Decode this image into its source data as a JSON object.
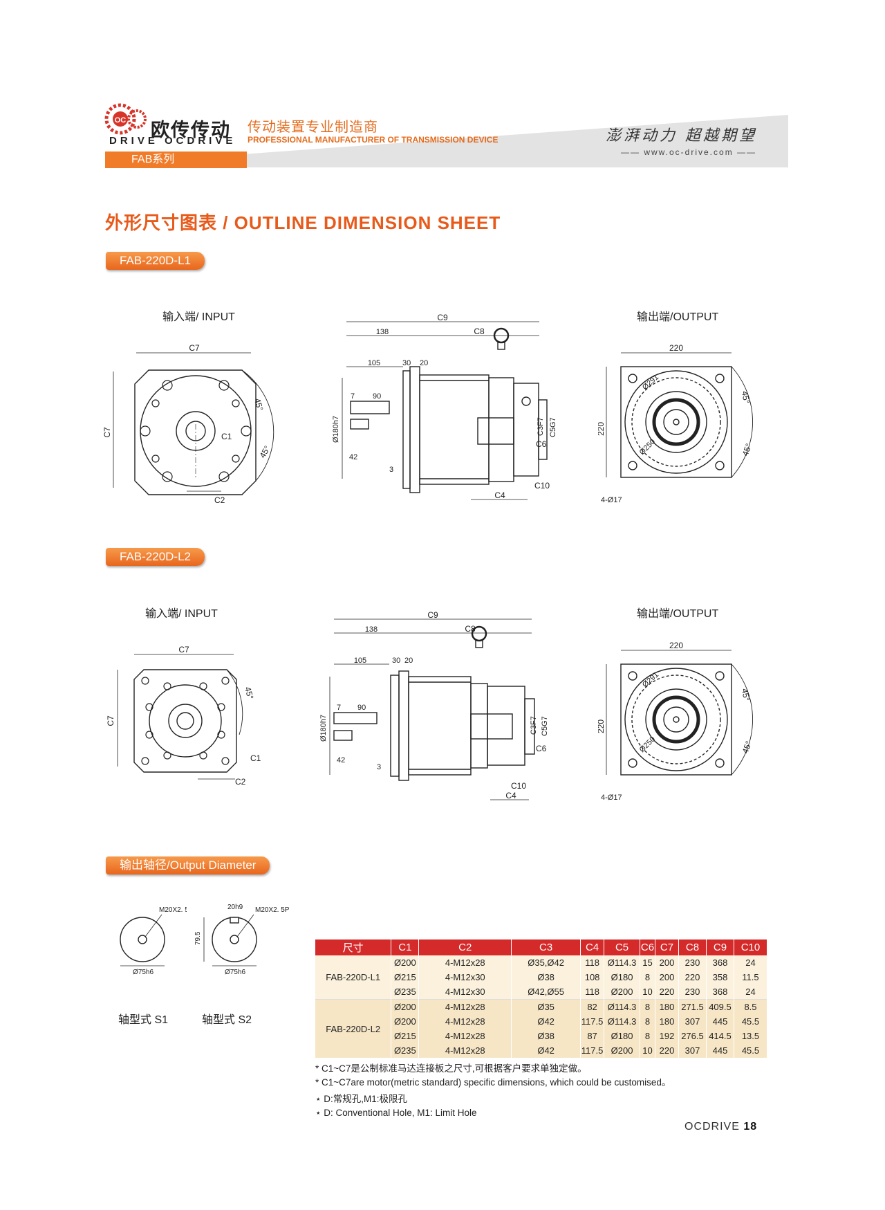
{
  "header": {
    "logo_mark": "OC",
    "brand_cn": "欧传传动",
    "brand_en": "DRIVE OCDRIVE",
    "tagline_cn": "传动装置专业制造商",
    "tagline_en": "PROFESSIONAL MANUFACTURER OF TRANSMISSION DEVICE",
    "slogan": "澎湃动力 超越期望",
    "website": "—— www.oc-drive.com ——",
    "series": "FAB系列"
  },
  "title": "外形尺寸图表 / OUTLINE DIMENSION SHEET",
  "sections": {
    "l1": "FAB-220D-L1",
    "l2": "FAB-220D-L2",
    "output": "输出轴径/Output Diameter"
  },
  "drawing_labels": {
    "input": "输入端/ INPUT",
    "output": "输出端/OUTPUT",
    "C1": "C1",
    "C2": "C2",
    "C3": "C3F7",
    "C4": "C4",
    "C5": "C5G7",
    "C6": "C6",
    "C7": "C7",
    "C8": "C8",
    "C9": "C9",
    "C10": "C10",
    "deg45": "45°",
    "d138": "138",
    "d105": "105",
    "d30": "30",
    "d20": "20",
    "d7": "7",
    "d90": "90",
    "d42": "42",
    "d3": "3",
    "d180": "Ø180h7",
    "d220": "220",
    "d_phi250": "Ø250",
    "d_phi291": "Ø291",
    "d4phi17": "4-Ø17",
    "shaft_thread": "M20X2. 5P",
    "shaft_width": "20h9",
    "shaft_len": "79.5",
    "shaft_dia": "Ø75h6",
    "shaft_s1": "轴型式 S1",
    "shaft_s2": "轴型式 S2"
  },
  "table": {
    "headers": [
      "尺寸",
      "C1",
      "C2",
      "C3",
      "C4",
      "C5",
      "C6",
      "C7",
      "C8",
      "C9",
      "C10"
    ],
    "groups": [
      {
        "model": "FAB-220D-L1",
        "rows": [
          [
            "Ø200",
            "4-M12x28",
            "Ø35,Ø42",
            "118",
            "Ø114.3",
            "15",
            "200",
            "230",
            "368",
            "24"
          ],
          [
            "Ø215",
            "4-M12x30",
            "Ø38",
            "108",
            "Ø180",
            "8",
            "200",
            "220",
            "358",
            "11.5"
          ],
          [
            "Ø235",
            "4-M12x30",
            "Ø42,Ø55",
            "118",
            "Ø200",
            "10",
            "220",
            "230",
            "368",
            "24"
          ]
        ]
      },
      {
        "model": "FAB-220D-L2",
        "rows": [
          [
            "Ø200",
            "4-M12x28",
            "Ø35",
            "82",
            "Ø114.3",
            "8",
            "180",
            "271.5",
            "409.5",
            "8.5"
          ],
          [
            "Ø200",
            "4-M12x28",
            "Ø42",
            "117.5",
            "Ø114.3",
            "8",
            "180",
            "307",
            "445",
            "45.5"
          ],
          [
            "Ø215",
            "4-M12x28",
            "Ø38",
            "87",
            "Ø180",
            "8",
            "192",
            "276.5",
            "414.5",
            "13.5"
          ],
          [
            "Ø235",
            "4-M12x28",
            "Ø42",
            "117.5",
            "Ø200",
            "10",
            "220",
            "307",
            "445",
            "45.5"
          ]
        ]
      }
    ]
  },
  "notes": [
    "* C1~C7是公制标准马达连接板之尺寸,可根据客户要求单独定做。",
    "* C1~C7are motor(metric standard)  specific dimensions, which could be customised。",
    "⋆ D:常规孔,M1:极限孔",
    "⋆ D: Conventional Hole, M1: Limit Hole"
  ],
  "footer": {
    "brand": "OCDRIVE",
    "page": "18"
  },
  "colors": {
    "accent": "#e56b1c",
    "table_header": "#d42a2a",
    "row_light": "#fbf1dc",
    "row_dark": "#f6e6c6"
  }
}
